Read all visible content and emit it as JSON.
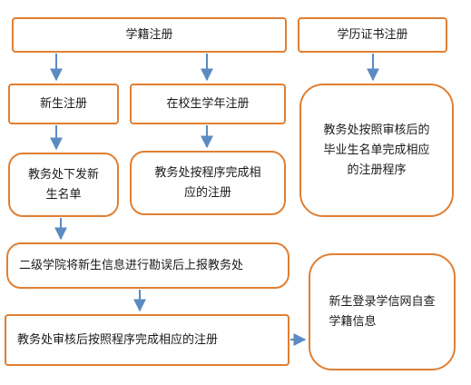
{
  "nodes": {
    "xueji_zhuce": "学籍注册",
    "xueli_zhengshu_zhuce": "学历证书注册",
    "xinsheng_zhuce": "新生注册",
    "zaixiao_zhuce": "在校生学年注册",
    "biye_zhuce_line1": "教务处按照审核后的",
    "biye_zhuce_line2": "毕业生名单完成相应",
    "biye_zhuce_line3": "的注册程序",
    "xiafa_line1": "教务处下发新",
    "xiafa_line2": "生名单",
    "zaixiao_chengxu_line1": "教务处按程序完成相",
    "zaixiao_chengxu_line2": "应的注册",
    "erji_xueyuan": "二级学院将新生信息进行勘误后上报教务处",
    "jiaowu_shenhe": "教务处审核后按照程序完成相应的注册",
    "chaxun_line1": "新生登录学信网自查",
    "chaxun_line2": "学籍信息"
  },
  "colors": {
    "box_border": "#e07f32",
    "arrow": "#5b8bc2",
    "text": "#1a1a1a"
  }
}
